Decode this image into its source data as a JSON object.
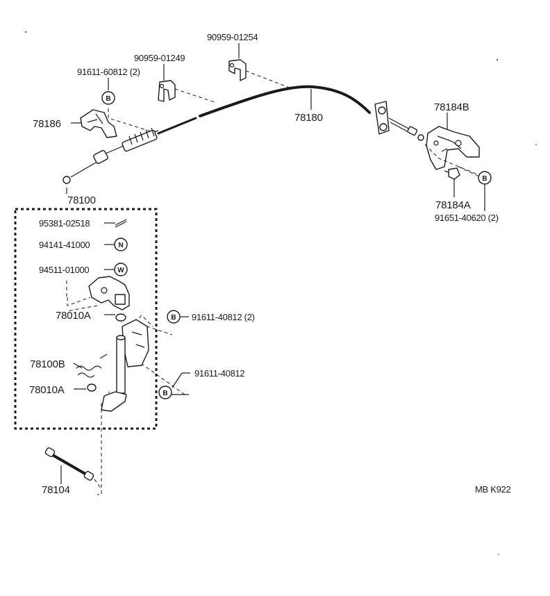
{
  "labels": {
    "p90959_01254": "90959-01254",
    "p90959_01249": "90959-01249",
    "p91611_60812": "91611-60812 (2)",
    "p78186": "78186",
    "p78180": "78180",
    "p78184B": "78184B",
    "p78184A": "78184A",
    "p91651_40620": "91651-40620 (2)",
    "p78100": "78100",
    "p95381_02518": "95381-02518",
    "p94141_41000": "94141-41000",
    "p94511_01000": "94511-01000",
    "p78010A_top": "78010A",
    "p91611_40812_2": "91611-40812 (2)",
    "p78100B": "78100B",
    "p78010A_bottom": "78010A",
    "p91611_40812": "91611-40812",
    "p78104": "78104",
    "code": "MB   K922"
  },
  "symbols": {
    "bolt": "B",
    "nut": "N",
    "washer": "W"
  }
}
